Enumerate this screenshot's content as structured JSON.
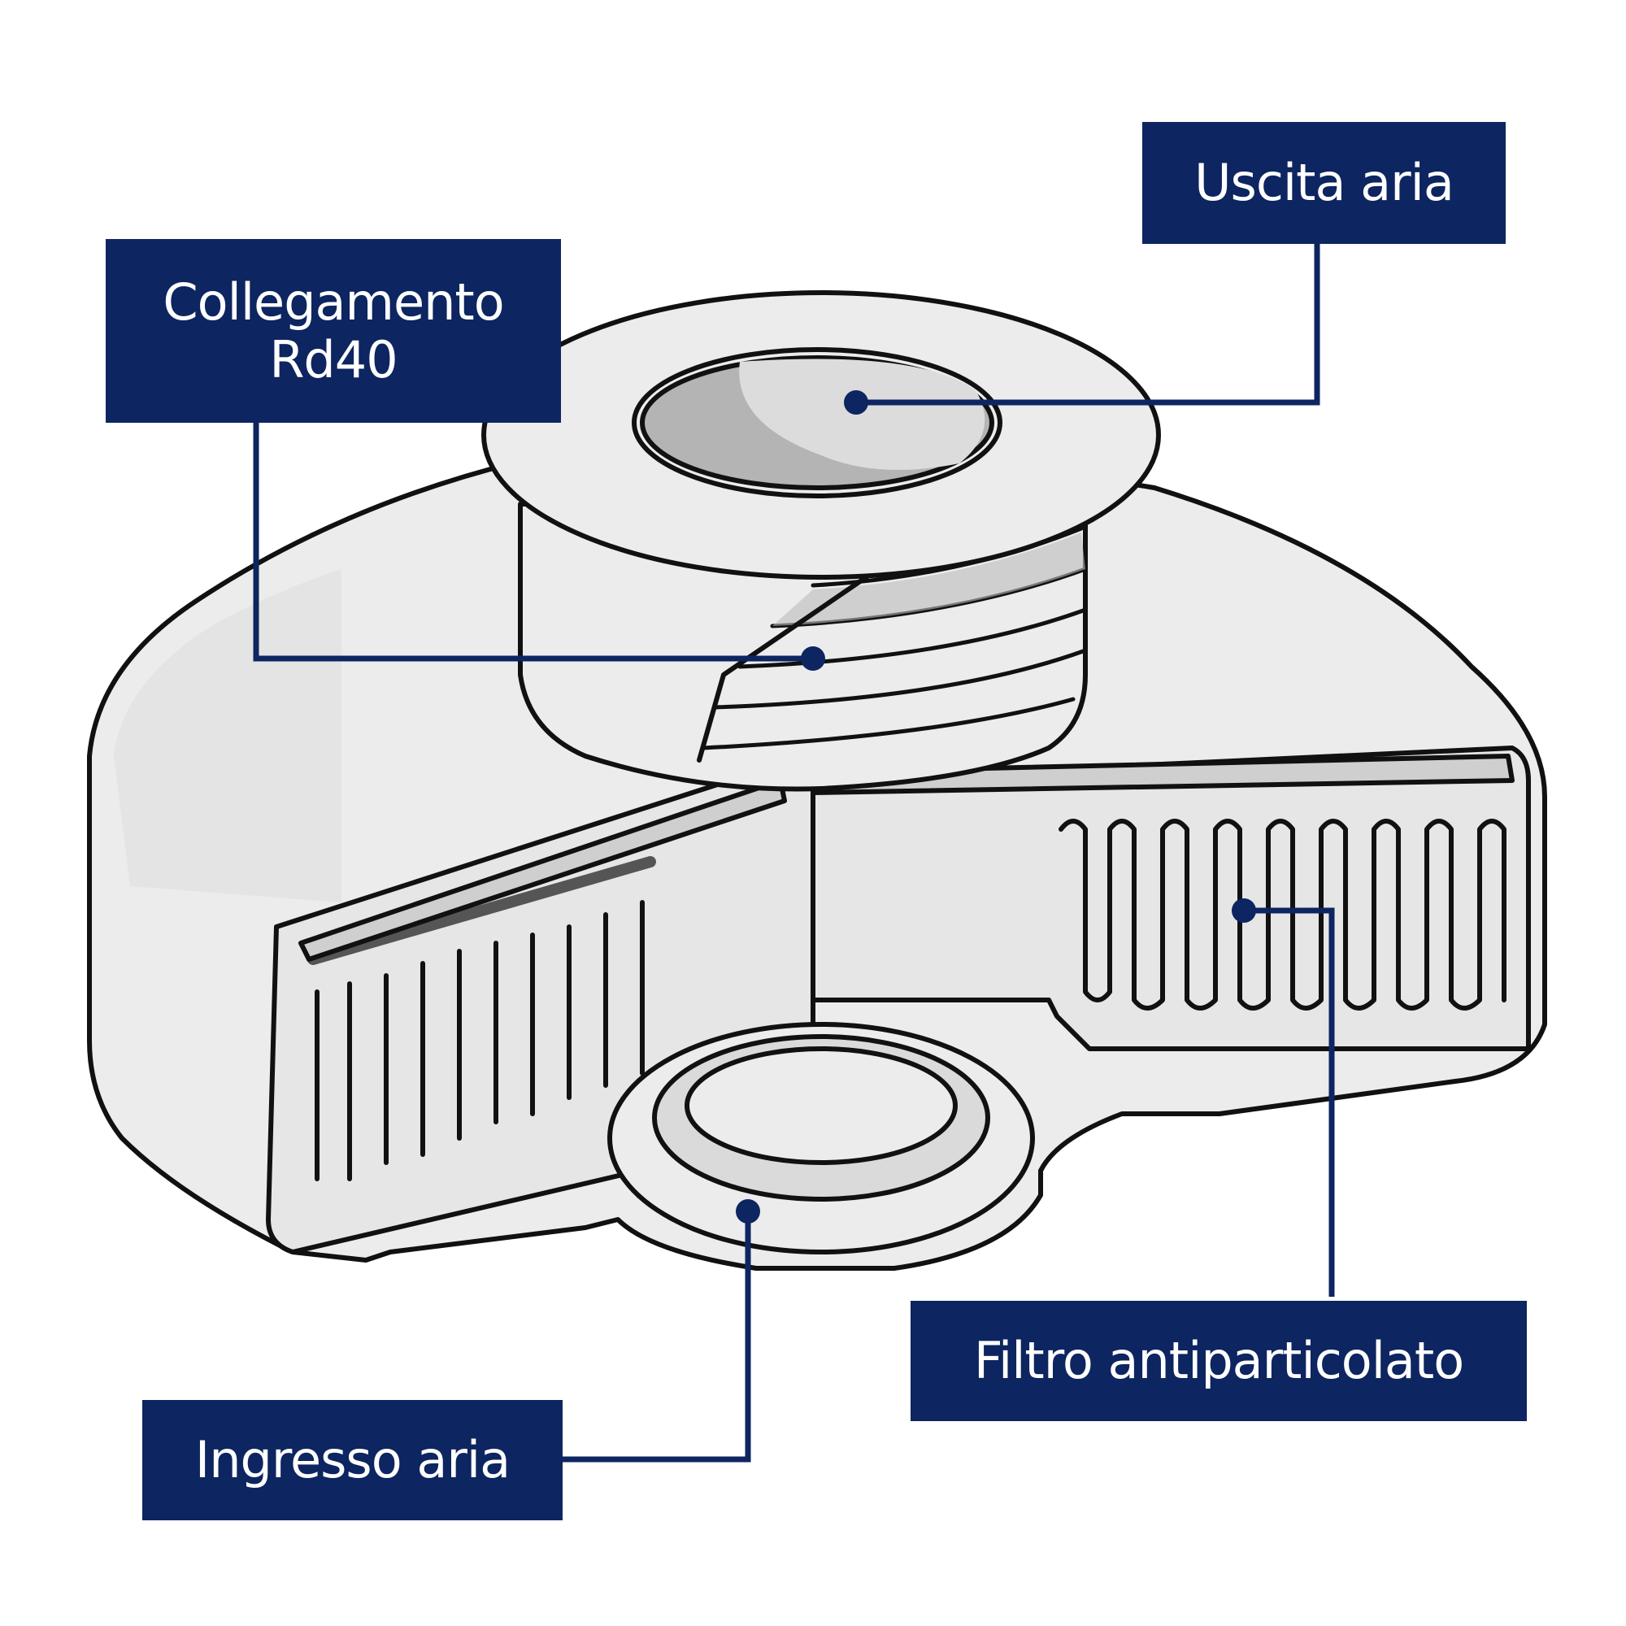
{
  "labels": {
    "outlet": "Uscita aria",
    "connection_line1": "Collegamento",
    "connection_line2": "Rd40",
    "inlet": "Ingresso aria",
    "filter": "Filtro antiparticolato"
  },
  "colors": {
    "label_bg": "#0d2560",
    "label_text": "#ffffff",
    "leader": "#0d2560",
    "outline": "#111111",
    "body_light": "#ececec",
    "body_mid": "#d6d6d6",
    "body_dark": "#b2b2b2"
  }
}
